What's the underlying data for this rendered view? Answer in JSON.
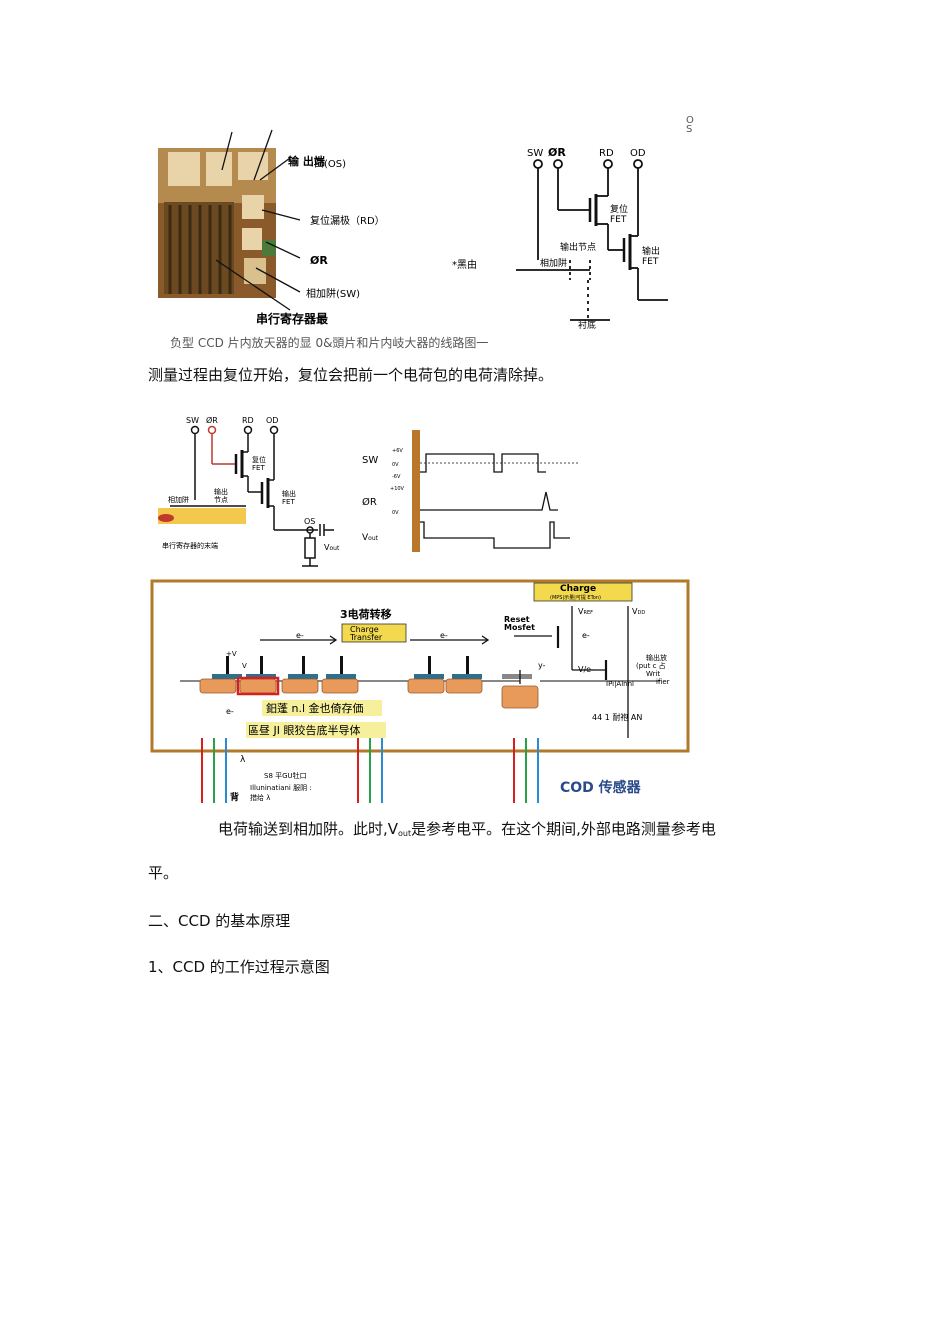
{
  "figure1": {
    "corner_text": "O\nS",
    "photo_labels": {
      "os": "输 出端",
      "os_suffix": "口(OS)",
      "rd": "复位漏极（RD）",
      "phi_r": "ØR",
      "sw": "相加阱(SW)",
      "bottom": "串行寄存器最"
    },
    "asterisk_text": "*黑由",
    "circuit_labels": {
      "sw": "SW",
      "phi_r": "ØR",
      "rd": "RD",
      "od": "OD",
      "reset_fet": "复位",
      "fet1": "FET",
      "output_node": "输出节点",
      "output_fet": "输出",
      "fet2": "FET",
      "summing_well": "相加阱",
      "substrate": "衬底"
    },
    "caption": "负型 CCD 片内放天器的显 0&頭片和片内岐大器的线路图一"
  },
  "para1": "测量过程由复位开始，复位会把前一个电荷包的电荷清除掉。",
  "figure2": {
    "circuit_labels": {
      "sw": "SW",
      "phi_r": "ØR",
      "rd": "RD",
      "od": "OD",
      "reset": "复位",
      "fet": "FET",
      "output_node_1": "输出",
      "output_node_2": "节点",
      "output_fet": "输出",
      "fet2": "FET",
      "summing_well": "相加阱",
      "os": "OS",
      "vout": "V",
      "vout_sub": "out",
      "caption": "串行寄存器的末端"
    },
    "timing_labels": {
      "sw": "SW",
      "phi_r": "ØR",
      "vout": "V",
      "vout_sub": "out",
      "p6v": "+6V",
      "zero1": "0V",
      "m6v": "-6V",
      "p10v": "+10V",
      "zero2": "0V"
    }
  },
  "figure3": {
    "charge_box": "Charge",
    "charge_sub": "(MPS|示量|可提 ETon)",
    "title": "3电荷转移",
    "charge_transfer_1": "Charge",
    "charge_transfer_2": "Transfer",
    "e_minus": "e-",
    "reset_mosfet_1": "Reset",
    "reset_mosfet_2": "Mosfet",
    "vref": "V",
    "vref_sub": "REF",
    "vdd": "V",
    "vdd_sub": "DD",
    "ve": "V/e-",
    "ye": "y-",
    "output_amp_1": "输出​放",
    "output_amp_2": "(put c 占",
    "output_amp_3": "Writ",
    "output_amp_4": "ifier",
    "pixel_label": "IPi|Alnnl",
    "row_label": "44 1 耐袍 AN",
    "pv": "+V",
    "v": "V",
    "yellow1": "鈤蓬 n.l 金也倚存価",
    "yellow2": "區昼 JI 眼狡告底半导体",
    "lambda": "λ",
    "bottom_label1": "S8 平GU牡口",
    "bottom_label2": "Illuninatiani 服阴 :",
    "bottom_label3": "措给 λ",
    "bottom_left": "背",
    "ccd_sensor": "COD 传感器"
  },
  "para2_a": "电荷输送到相加阱。此时,V",
  "para2_sub": "out",
  "para2_b": "是参考电平。在这个期间,外部电路测量参考电",
  "para2_c": "平。",
  "heading1": "二、CCD 的基本原理",
  "heading2": "1、CCD 的工作过程示意图"
}
